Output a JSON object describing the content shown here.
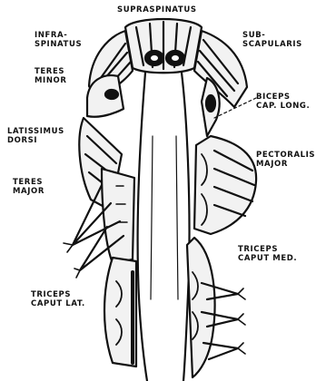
{
  "labels": {
    "supraspinatus": [
      "SUPRASPINATUS"
    ],
    "infraspinatus": [
      "INFRA-",
      "SPINATUS"
    ],
    "subscapularis": [
      "SUB-",
      "SCAPULARIS"
    ],
    "teres_minor": [
      "TERES",
      "MINOR"
    ],
    "biceps": [
      "BICEPS",
      "CAP. LONG."
    ],
    "latissimus": [
      "LATISSIMUS",
      "DORSI"
    ],
    "pectoralis": [
      "PECTORALIS",
      "MAJOR"
    ],
    "teres_major": [
      "TERES",
      "MAJOR"
    ],
    "triceps_med": [
      "TRICEPS",
      "CAPUT MED."
    ],
    "triceps_lat": [
      "TRICEPS",
      "CAPUT LAT."
    ]
  },
  "colors": {
    "ink": "#111111",
    "paper": "#ffffff",
    "shade": "#cfcfcf"
  }
}
